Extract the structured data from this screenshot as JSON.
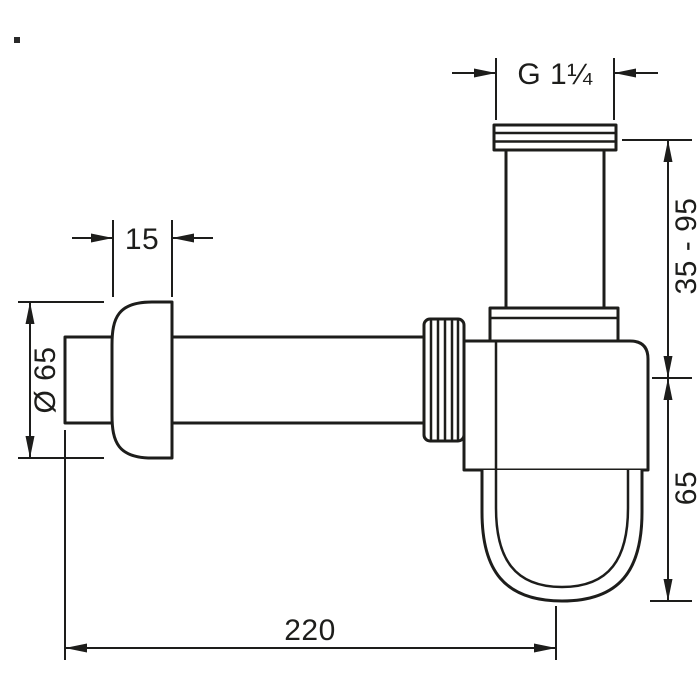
{
  "drawing": {
    "kind": "bottle-trap-dimension-drawing",
    "colors": {
      "line": "#1d1d1b",
      "background": "#ffffff"
    },
    "labels": {
      "thread_size": "G 1¼",
      "height_range": "35 - 95",
      "rosette_depth": "15",
      "pipe_diameter": "Ø 65",
      "cup_height": "65",
      "length": "220"
    }
  }
}
